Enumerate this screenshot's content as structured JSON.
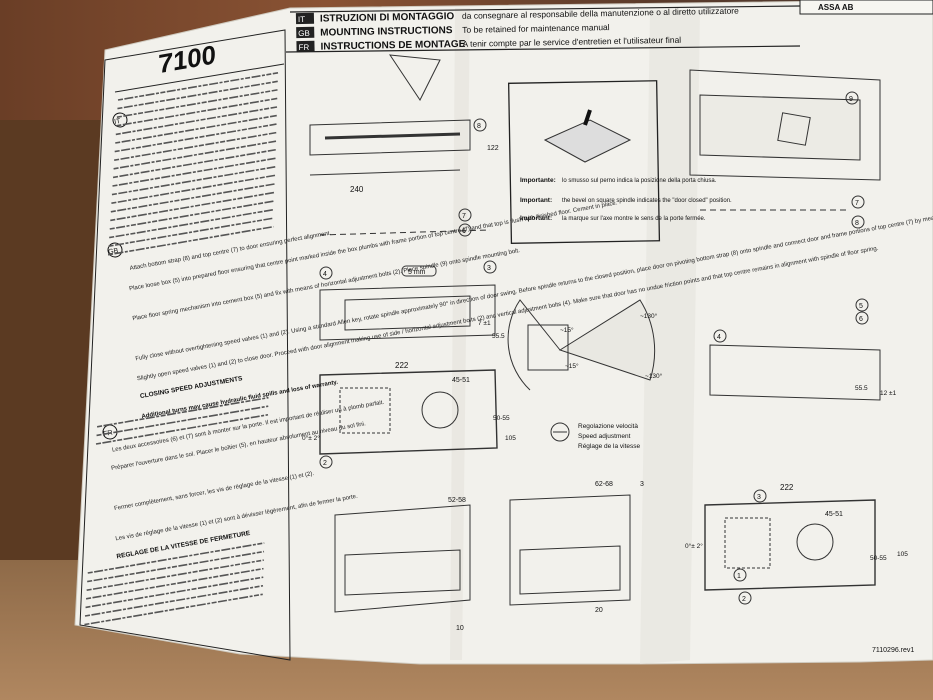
{
  "sheet": {
    "model_number": "7100",
    "brand_fragment": "ASSA AB",
    "doc_code": "7110296.rev1",
    "header": [
      {
        "badge": "IT",
        "title": "ISTRUZIONI DI MONTAGGIO",
        "note": "da consegnare al responsabile della manutenzione o al diretto utilizzatore"
      },
      {
        "badge": "GB",
        "title": "MOUNTING INSTRUCTIONS",
        "note": "To be retained for maintenance manual"
      },
      {
        "badge": "FR",
        "title": "INSTRUCTIONS DE MONTAGE",
        "note": "A tenir compte par le service d'entretien et l'utilisateur final"
      }
    ],
    "lang_badges": [
      "IT",
      "GB",
      "FR"
    ],
    "section_heads": [
      "CLOSING SPEED ADJUSTMENTS",
      "REGLAGE DE LA VITESSE DE FERMETURE"
    ],
    "text_fragments": [
      "Attach bottom strap (8) and top centre (7) to door ensuring perfect alignment.",
      "Place loose box (5) into prepared floor ensuring that centre point marked inside the box plumbs with frame portion of top centre (7) and that top is flush with finished floor. Cement in place.",
      "Place floor spring mechanism into cement box (5) and fix with means of horizontal adjustment bolts (2). Place spindle (9) onto spindle mounting bolt.",
      "Fully close without overtightening speed valves (1) and (2). Using a standard Allen key, rotate spindle approximately 90° in direction of door swing. Before spindle returns to the closed position, place door on pivoting bottom strap (8) onto spindle and connect door and frame portions of top centre (7) by means of pin (6). Secure pin (6) in place.",
      "Slightly open speed valves (1) and (2) to close door. Proceed with door alignment making use of side / horizontal adjustment bolts (2) and vertical adjustment bolts (4). Make sure that door has no undue friction points and that top centre remains in alignment with spindle of floor spring.",
      "Les deux accessoires (6) et (7) sont à monter sur la porte. Il est important de réaliser un à plomb parfait.",
      "Préparer l'ouverture dans le sol. Placer le boîtier (5), en hauteur absolument au niveau du sol fini.",
      "Fermer complètement, sans forcer, les vis de réglage de la vitesse (1) et (2).",
      "Les vis de réglage de la vitesse (1) et (2) sont à dévisser légèrement, afin de fermer la porte.",
      "Additional turns may cause hydraulic fluid spills and loss of warranty."
    ],
    "callouts": {
      "importante_label": "Importante:",
      "important_label": "Important:",
      "importante_text": "lo smusso sul perno indica la posizione della porta chiusa.",
      "important_text": "the bevel on square spindle indicates the \"door closed\" position.",
      "importante_fr_text": "la marque sur l'axe montre le sens de la porte fermée.",
      "speed_it": "Regolazione velocità",
      "speed_gb": "Speed adjustment",
      "speed_fr": "Réglage de la vitesse"
    },
    "dimensions": {
      "d240": "240",
      "d122": "122",
      "d222": "222",
      "d4551": "45-51",
      "d5055": "50-55",
      "d105": "105",
      "d5258": "52-58",
      "d6268": "62-68",
      "d3": "3",
      "d20": "20",
      "d10": "10",
      "d55": "55.5",
      "d12": "12 ±1",
      "d7": "7 ±1",
      "d02": "0°± 2°",
      "d5mm": "5 mm",
      "ang130a": "~130°",
      "ang130b": "~130°",
      "ang15a": "~15°",
      "ang15b": "~15°"
    },
    "part_numbers": [
      "1",
      "2",
      "3",
      "4",
      "5",
      "6",
      "7",
      "8",
      "9"
    ]
  }
}
